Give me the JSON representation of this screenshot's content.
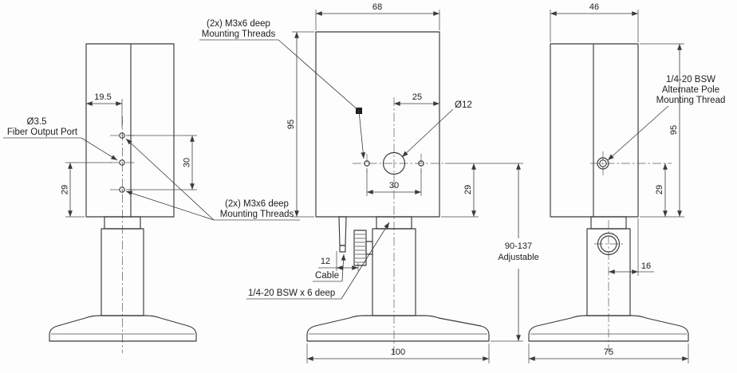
{
  "colors": {
    "line": "#3a3a3a",
    "text": "#1d1d1d",
    "background": "#fdfdfd"
  },
  "left_view": {
    "dim_width_to_port": "19.5",
    "port_diameter": "Ø3.5",
    "port_label": "Fiber Output Port",
    "dim_port_height": "29",
    "dim_hole_spacing": "30",
    "mount_label_line1": "(2x) M3x6 deep",
    "mount_label_line2": "Mounting Threads"
  },
  "front_view": {
    "dim_body_width": "68",
    "mount_label_line1": "(2x) M3x6 deep",
    "mount_label_line2": "Mounting Threads",
    "dim_body_height": "95",
    "dim_aperture_to_edge": "25",
    "aperture_diameter": "Ø12",
    "dim_hole_spacing": "30",
    "dim_axis_height": "29",
    "dim_cable": "12",
    "cable_label": "Cable",
    "post_thread_label": "1/4-20 BSW x 6 deep",
    "dim_base_width": "100",
    "adjustable_range": "90-137",
    "adjustable_label": "Adjustable"
  },
  "right_view": {
    "dim_body_depth": "46",
    "pole_label_line1": "1/4-20 BSW",
    "pole_label_line2": "Alternate Pole",
    "pole_label_line3": "Mounting Thread",
    "dim_body_height": "95",
    "dim_axis_height": "29",
    "dim_post_offset": "16",
    "dim_base_depth": "75"
  }
}
